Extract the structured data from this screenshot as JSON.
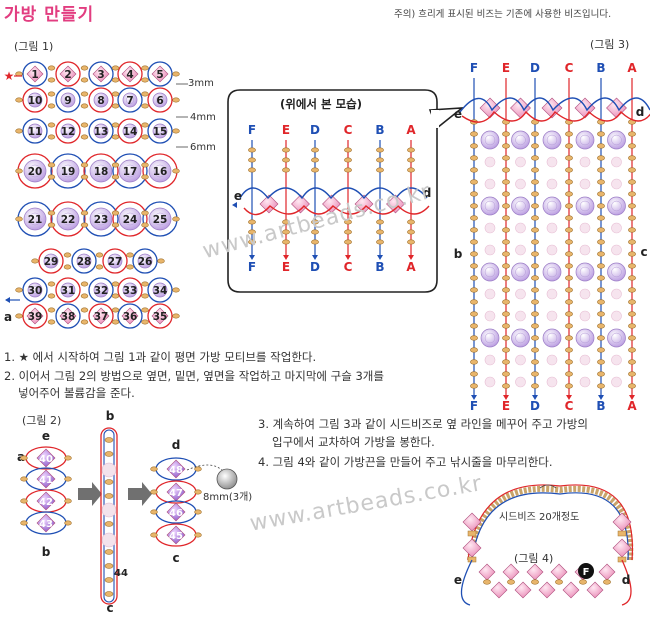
{
  "title": "가방 만들기",
  "note": "주의) 흐리게 표시된 비즈는 기존에 사용한 비즈입니다.",
  "figures": {
    "fig1": "(그림 1)",
    "fig2": "(그림 2)",
    "fig3": "(그림 3)",
    "fig4": "(그림 4)"
  },
  "inset_title": "(위에서 본 모습)",
  "sizes": [
    "3mm",
    "4mm",
    "6mm"
  ],
  "columns": [
    "F",
    "E",
    "D",
    "C",
    "B",
    "A"
  ],
  "side_labels": {
    "a": "a",
    "b": "b",
    "c": "c",
    "d": "d",
    "e": "e",
    "F": "F"
  },
  "fig1_numbers": {
    "row1": [
      "1",
      "2",
      "3",
      "4",
      "5"
    ],
    "row2": [
      "10",
      "9",
      "8",
      "7",
      "6"
    ],
    "row3": [
      "11",
      "12",
      "13",
      "14",
      "15"
    ],
    "row4": [
      "20",
      "19",
      "18",
      "17",
      "16"
    ],
    "row5": [
      "21",
      "22",
      "23",
      "24",
      "25"
    ],
    "row6": [
      "29",
      "28",
      "27",
      "26"
    ],
    "row7": [
      "30",
      "31",
      "32",
      "33",
      "34"
    ],
    "row8": [
      "39",
      "38",
      "37",
      "36",
      "35"
    ]
  },
  "fig2_numbers": {
    "left": [
      "40",
      "41",
      "42",
      "43"
    ],
    "right": [
      "48",
      "47",
      "46",
      "45"
    ],
    "middle": "44"
  },
  "bead_label": "8mm(3개)",
  "seed_label": "시드비즈 20개정도",
  "steps": [
    "1.  ★ 에서 시작하여 그림 1과 같이 평면 가방 모티브를 작업한다.",
    "2.  이어서 그림 2의 방법으로 옆면, 밑면, 옆면을 작업하고 마지막에 구슬 3개를",
    "넣어주어 볼륨감을 준다.",
    "3.  계속하여 그림 3과 같이 시드비즈로 옆 라인을 메꾸어 주고 가방의",
    "입구에서 교차하여 가방을 봉한다.",
    "4.  그림 4와 같이 가방끈을 만들어 주고 낚시줄을 마무리한다."
  ],
  "watermark": "www.artbeads.co.kr",
  "colors": {
    "title": "#e23d80",
    "red": "#e0262a",
    "blue": "#1f4fb4",
    "pink": "#f2a6c6",
    "violet": "#b18fd9",
    "gold": "#e8b56b"
  }
}
